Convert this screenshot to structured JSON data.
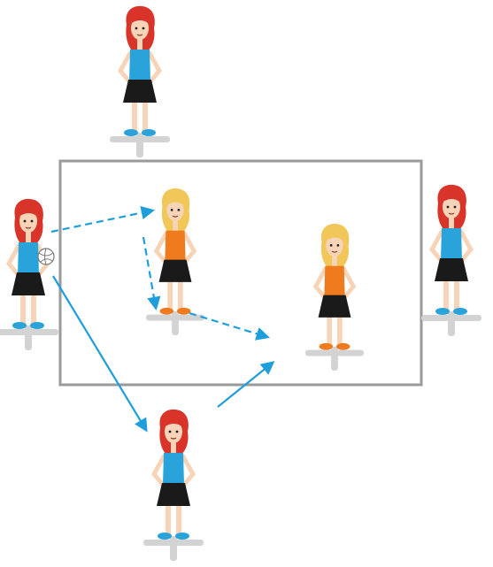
{
  "diagram": {
    "colors": {
      "court_line": "#9a9a9a",
      "arrow": "#1e9fdc",
      "shadow": "#d3d3d3",
      "team_a_top": "#2aa3db",
      "team_a_skirt": "#1a1a1a",
      "team_a_hair": "#d9342a",
      "team_b_top": "#f07a1e",
      "team_b_skirt": "#1a1a1a",
      "team_b_hair": "#f1c75a",
      "skin": "#f7d4b8",
      "shoe_a": "#2aa3db",
      "shoe_b": "#f07a1e"
    },
    "players": [
      {
        "id": "player-top",
        "team": "a",
        "ball": false
      },
      {
        "id": "player-ball-left",
        "team": "a",
        "ball": true
      },
      {
        "id": "player-right",
        "team": "a",
        "ball": false
      },
      {
        "id": "player-bottom",
        "team": "a",
        "ball": false
      },
      {
        "id": "defender-left",
        "team": "b",
        "ball": false
      },
      {
        "id": "defender-right",
        "team": "b",
        "ball": false
      }
    ],
    "arrows": [
      {
        "id": "pass-to-defender-spot",
        "style": "dashed"
      },
      {
        "id": "defender-drop-down",
        "style": "dashed"
      },
      {
        "id": "defender-cut-right",
        "style": "dashed"
      },
      {
        "id": "pass-to-bottom",
        "style": "solid"
      },
      {
        "id": "bottom-lead-pass",
        "style": "solid"
      }
    ]
  }
}
